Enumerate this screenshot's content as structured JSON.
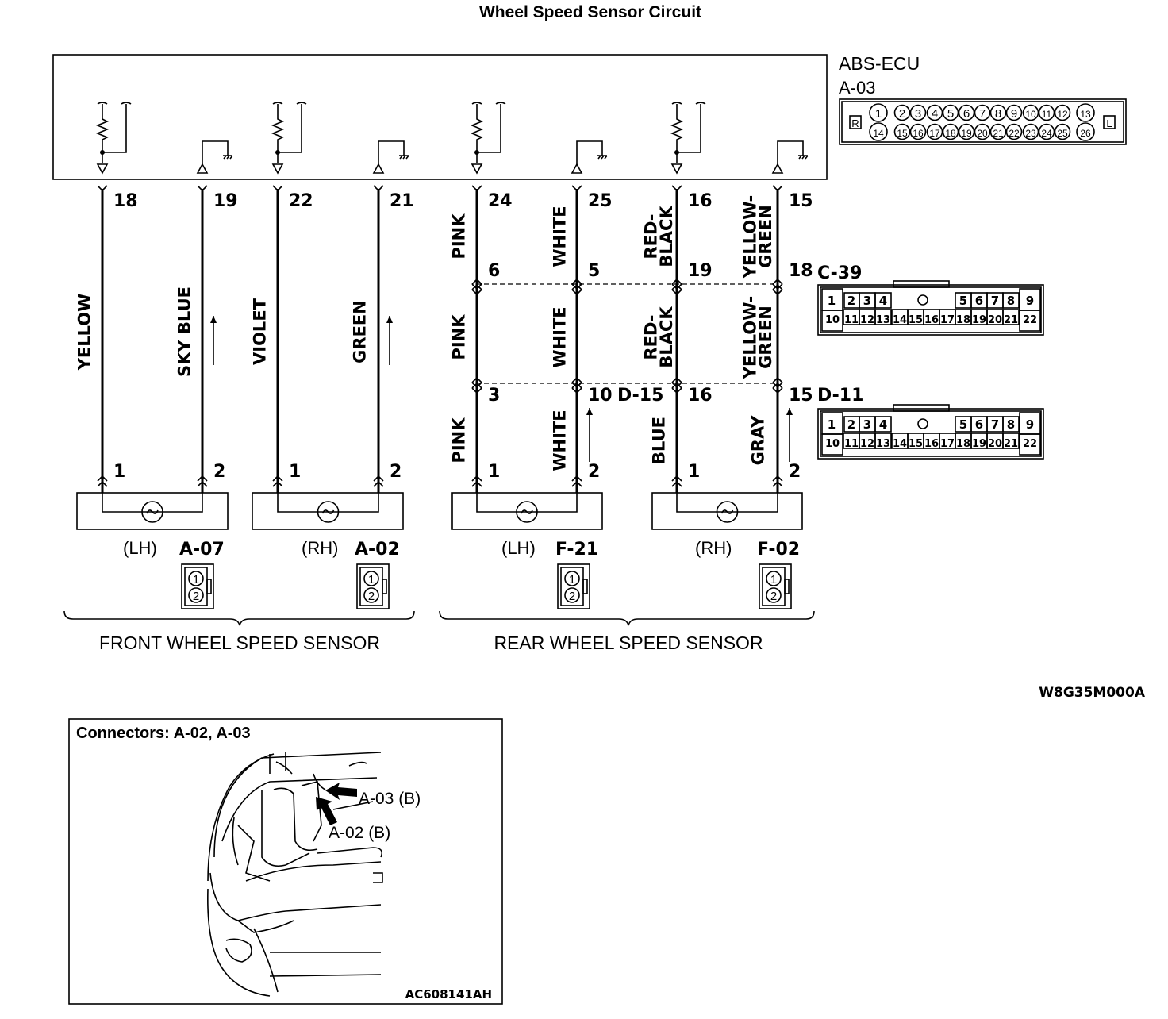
{
  "title": "Wheel Speed Sensor Circuit",
  "ecu": {
    "name": "ABS-ECU",
    "connector": "A-03",
    "pins_top": [
      "1",
      "2",
      "3",
      "4",
      "5",
      "6",
      "7",
      "8",
      "9",
      "10",
      "11",
      "12",
      "13"
    ],
    "pins_bottom": [
      "14",
      "15",
      "16",
      "17",
      "18",
      "19",
      "20",
      "21",
      "22",
      "23",
      "24",
      "25",
      "26"
    ],
    "tag_left": "R",
    "tag_right": "L"
  },
  "ecu_pins": [
    "18",
    "19",
    "22",
    "21",
    "24",
    "25",
    "16",
    "15"
  ],
  "wire_colors_upper": [
    "PINK",
    "WHITE",
    "RED-\nBLACK",
    "YELLOW-\nGREEN"
  ],
  "front_wires": [
    "YELLOW",
    "SKY BLUE",
    "VIOLET",
    "GREEN"
  ],
  "rear_mid": {
    "pins": [
      "6",
      "5",
      "19",
      "18"
    ],
    "connector": "C-39",
    "colors": [
      "PINK",
      "WHITE",
      "RED-\nBLACK",
      "YELLOW-\nGREEN"
    ]
  },
  "rear_low": {
    "pins": [
      "3",
      "10",
      "16",
      "15"
    ],
    "connector_left": "D-15",
    "connector_right": "D-11",
    "colors": [
      "PINK",
      "WHITE",
      "BLUE",
      "GRAY"
    ]
  },
  "multi_connector": {
    "top": [
      "1",
      "2",
      "3",
      "4",
      "5",
      "6",
      "7",
      "8",
      "9"
    ],
    "bottom": [
      "10",
      "11",
      "12",
      "13",
      "14",
      "15",
      "16",
      "17",
      "18",
      "19",
      "20",
      "21",
      "22"
    ]
  },
  "sensors": [
    {
      "side": "(LH)",
      "connector": "A-07",
      "pins": [
        "1",
        "2"
      ]
    },
    {
      "side": "(RH)",
      "connector": "A-02",
      "pins": [
        "1",
        "2"
      ]
    },
    {
      "side": "(LH)",
      "connector": "F-21",
      "pins": [
        "1",
        "2"
      ]
    },
    {
      "side": "(RH)",
      "connector": "F-02",
      "pins": [
        "1",
        "2"
      ]
    }
  ],
  "groups": {
    "front": "FRONT WHEEL SPEED SENSOR",
    "rear": "REAR WHEEL SPEED SENSOR"
  },
  "diagram_code": "W8G35M000A",
  "inset": {
    "title": "Connectors: A-02, A-03",
    "callouts": [
      "A-03 (B)",
      "A-02 (B)"
    ],
    "code": "AC608141AH"
  }
}
